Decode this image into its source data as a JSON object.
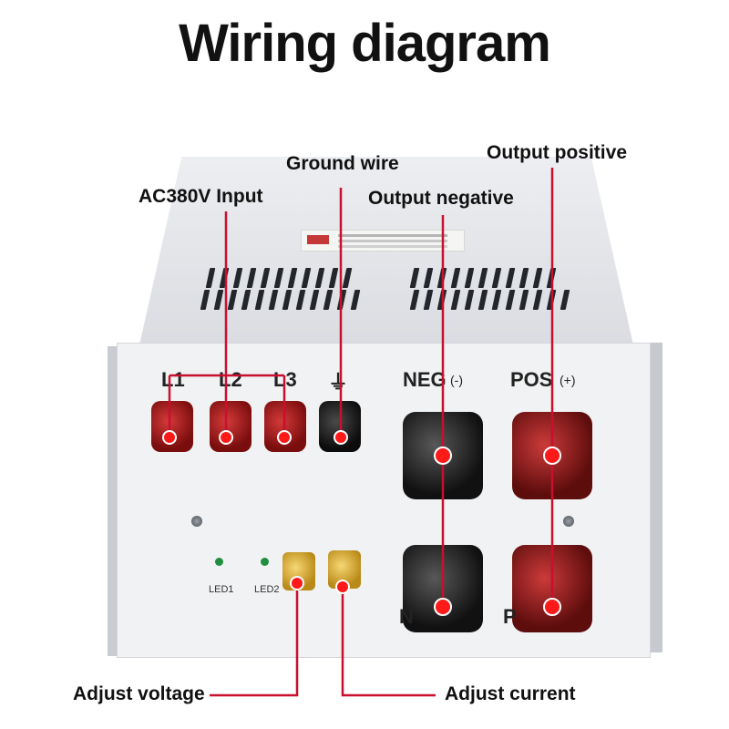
{
  "title": "Wiring diagram",
  "callouts": {
    "ac_input": "AC380V Input",
    "ground": "Ground wire",
    "output_negative": "Output negative",
    "output_positive": "Output positive",
    "adjust_voltage": "Adjust voltage",
    "adjust_current": "Adjust current"
  },
  "panel_labels": {
    "l1": "L1",
    "l2": "L2",
    "l3": "L3",
    "ground_symbol": "⏚",
    "neg": "NEG",
    "neg_sign": "(-)",
    "pos": "POS",
    "pos_sign": "(+)",
    "led1": "LED1",
    "led2": "LED2",
    "n_partial": "N",
    "p_partial": "P"
  },
  "colors": {
    "callout_line": "#c8102e",
    "marker": "#ff1a1a"
  }
}
